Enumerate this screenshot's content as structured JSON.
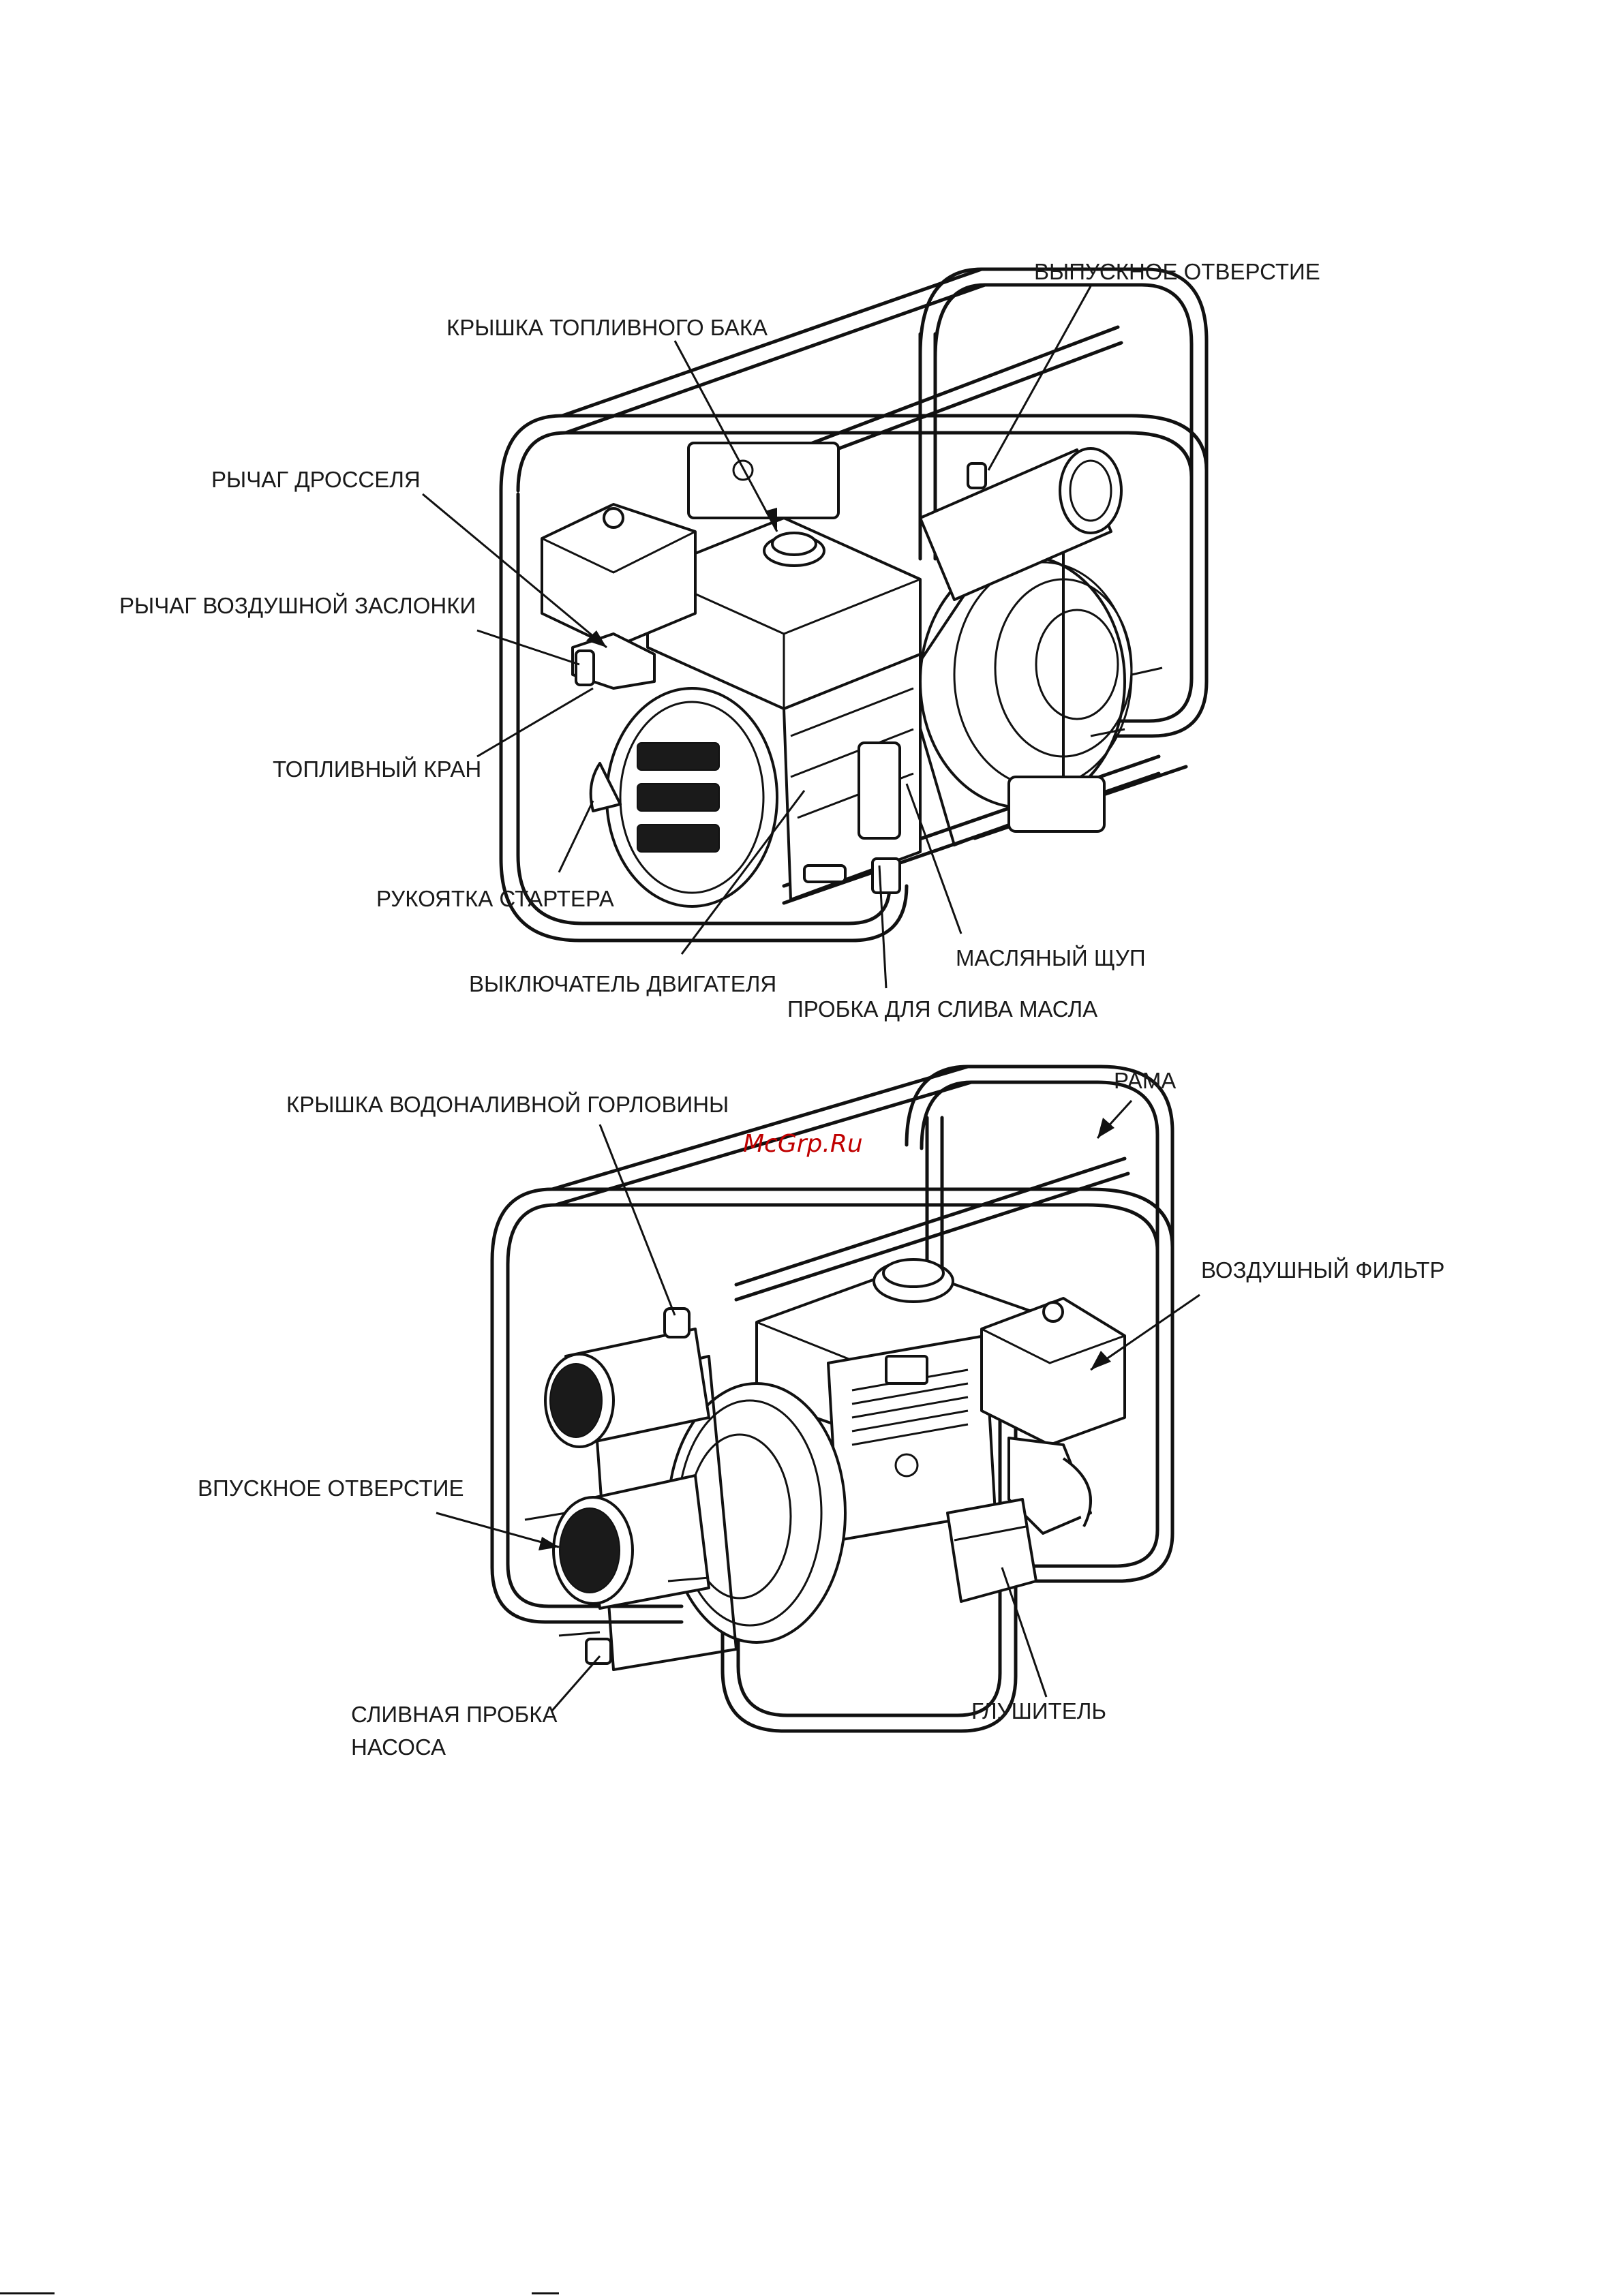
{
  "watermark": "McGrp.Ru",
  "diagram_top": {
    "labels": {
      "outlet": "ВЫПУСКНОЕ ОТВЕРСТИЕ",
      "fuel_cap": "КРЫШКА ТОПЛИВНОГО БАКА",
      "throttle": "РЫЧАГ ДРОССЕЛЯ",
      "choke": "РЫЧАГ ВОЗДУШНОЙ ЗАСЛОНКИ",
      "fuel_valve": "ТОПЛИВНЫЙ КРАН",
      "starter": "РУКОЯТКА СТАРТЕРА",
      "engine_switch": "ВЫКЛЮЧАТЕЛЬ ДВИГАТЕЛЯ",
      "dipstick": "МАСЛЯНЫЙ ЩУП",
      "oil_drain": "ПРОБКА ДЛЯ СЛИВА МАСЛА"
    }
  },
  "diagram_bottom": {
    "labels": {
      "frame": "РАМА",
      "priming_cap": "КРЫШКА ВОДОНАЛИВНОЙ ГОРЛОВИНЫ",
      "air_filter": "ВОЗДУШНЫЙ ФИЛЬТР",
      "inlet": "ВПУСКНОЕ ОТВЕРСТИЕ",
      "pump_drain_line1": "СЛИВНАЯ ПРОБКА",
      "pump_drain_line2": "НАСОСА",
      "muffler": "ГЛУШИТЕЛЬ"
    }
  },
  "colors": {
    "ink": "#111111",
    "watermark": "#c00000",
    "background": "#ffffff"
  }
}
